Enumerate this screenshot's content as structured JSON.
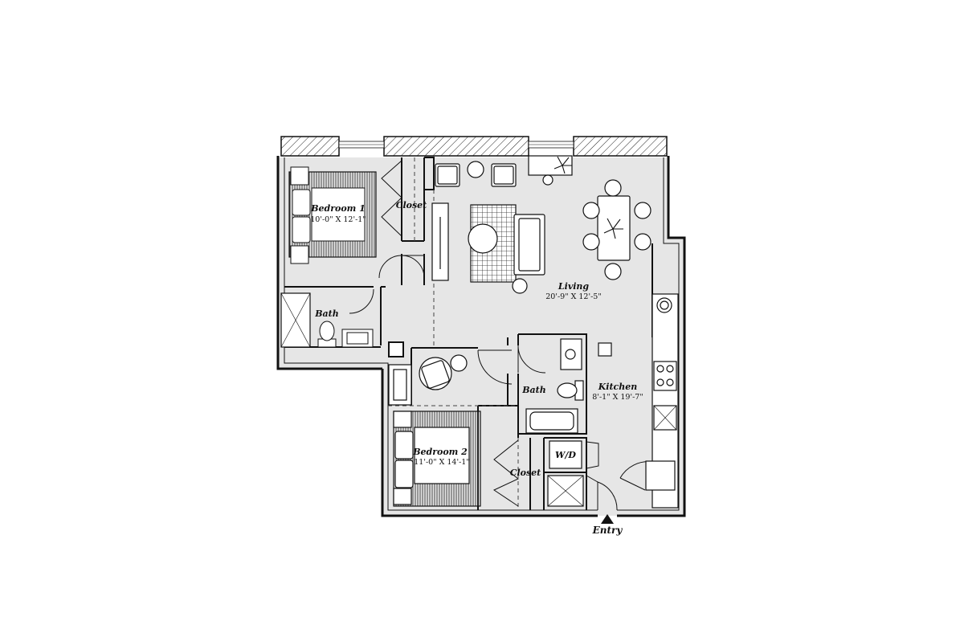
{
  "plan": {
    "bedroom1": {
      "name": "Bedroom 1",
      "dimensions": "10'-0\" X 12'-1\""
    },
    "bedroom2": {
      "name": "Bedroom 2",
      "dimensions": "11'-0\" X 14'-1\""
    },
    "living": {
      "name": "Living",
      "dimensions": "20'-9\" X 12'-5\""
    },
    "kitchen": {
      "name": "Kitchen",
      "dimensions": "8'-1\" X 19'-7\""
    },
    "bath_main": {
      "name": "Bath"
    },
    "bath_master": {
      "name": "Bath"
    },
    "closet1": {
      "name": "Closet"
    },
    "closet2": {
      "name": "Closet"
    },
    "washer_dryer": {
      "name": "W/D"
    },
    "entry": {
      "name": "Entry"
    }
  },
  "colors": {
    "floor": "#e6e6e6",
    "wall": "#111111",
    "background": "#ffffff"
  }
}
